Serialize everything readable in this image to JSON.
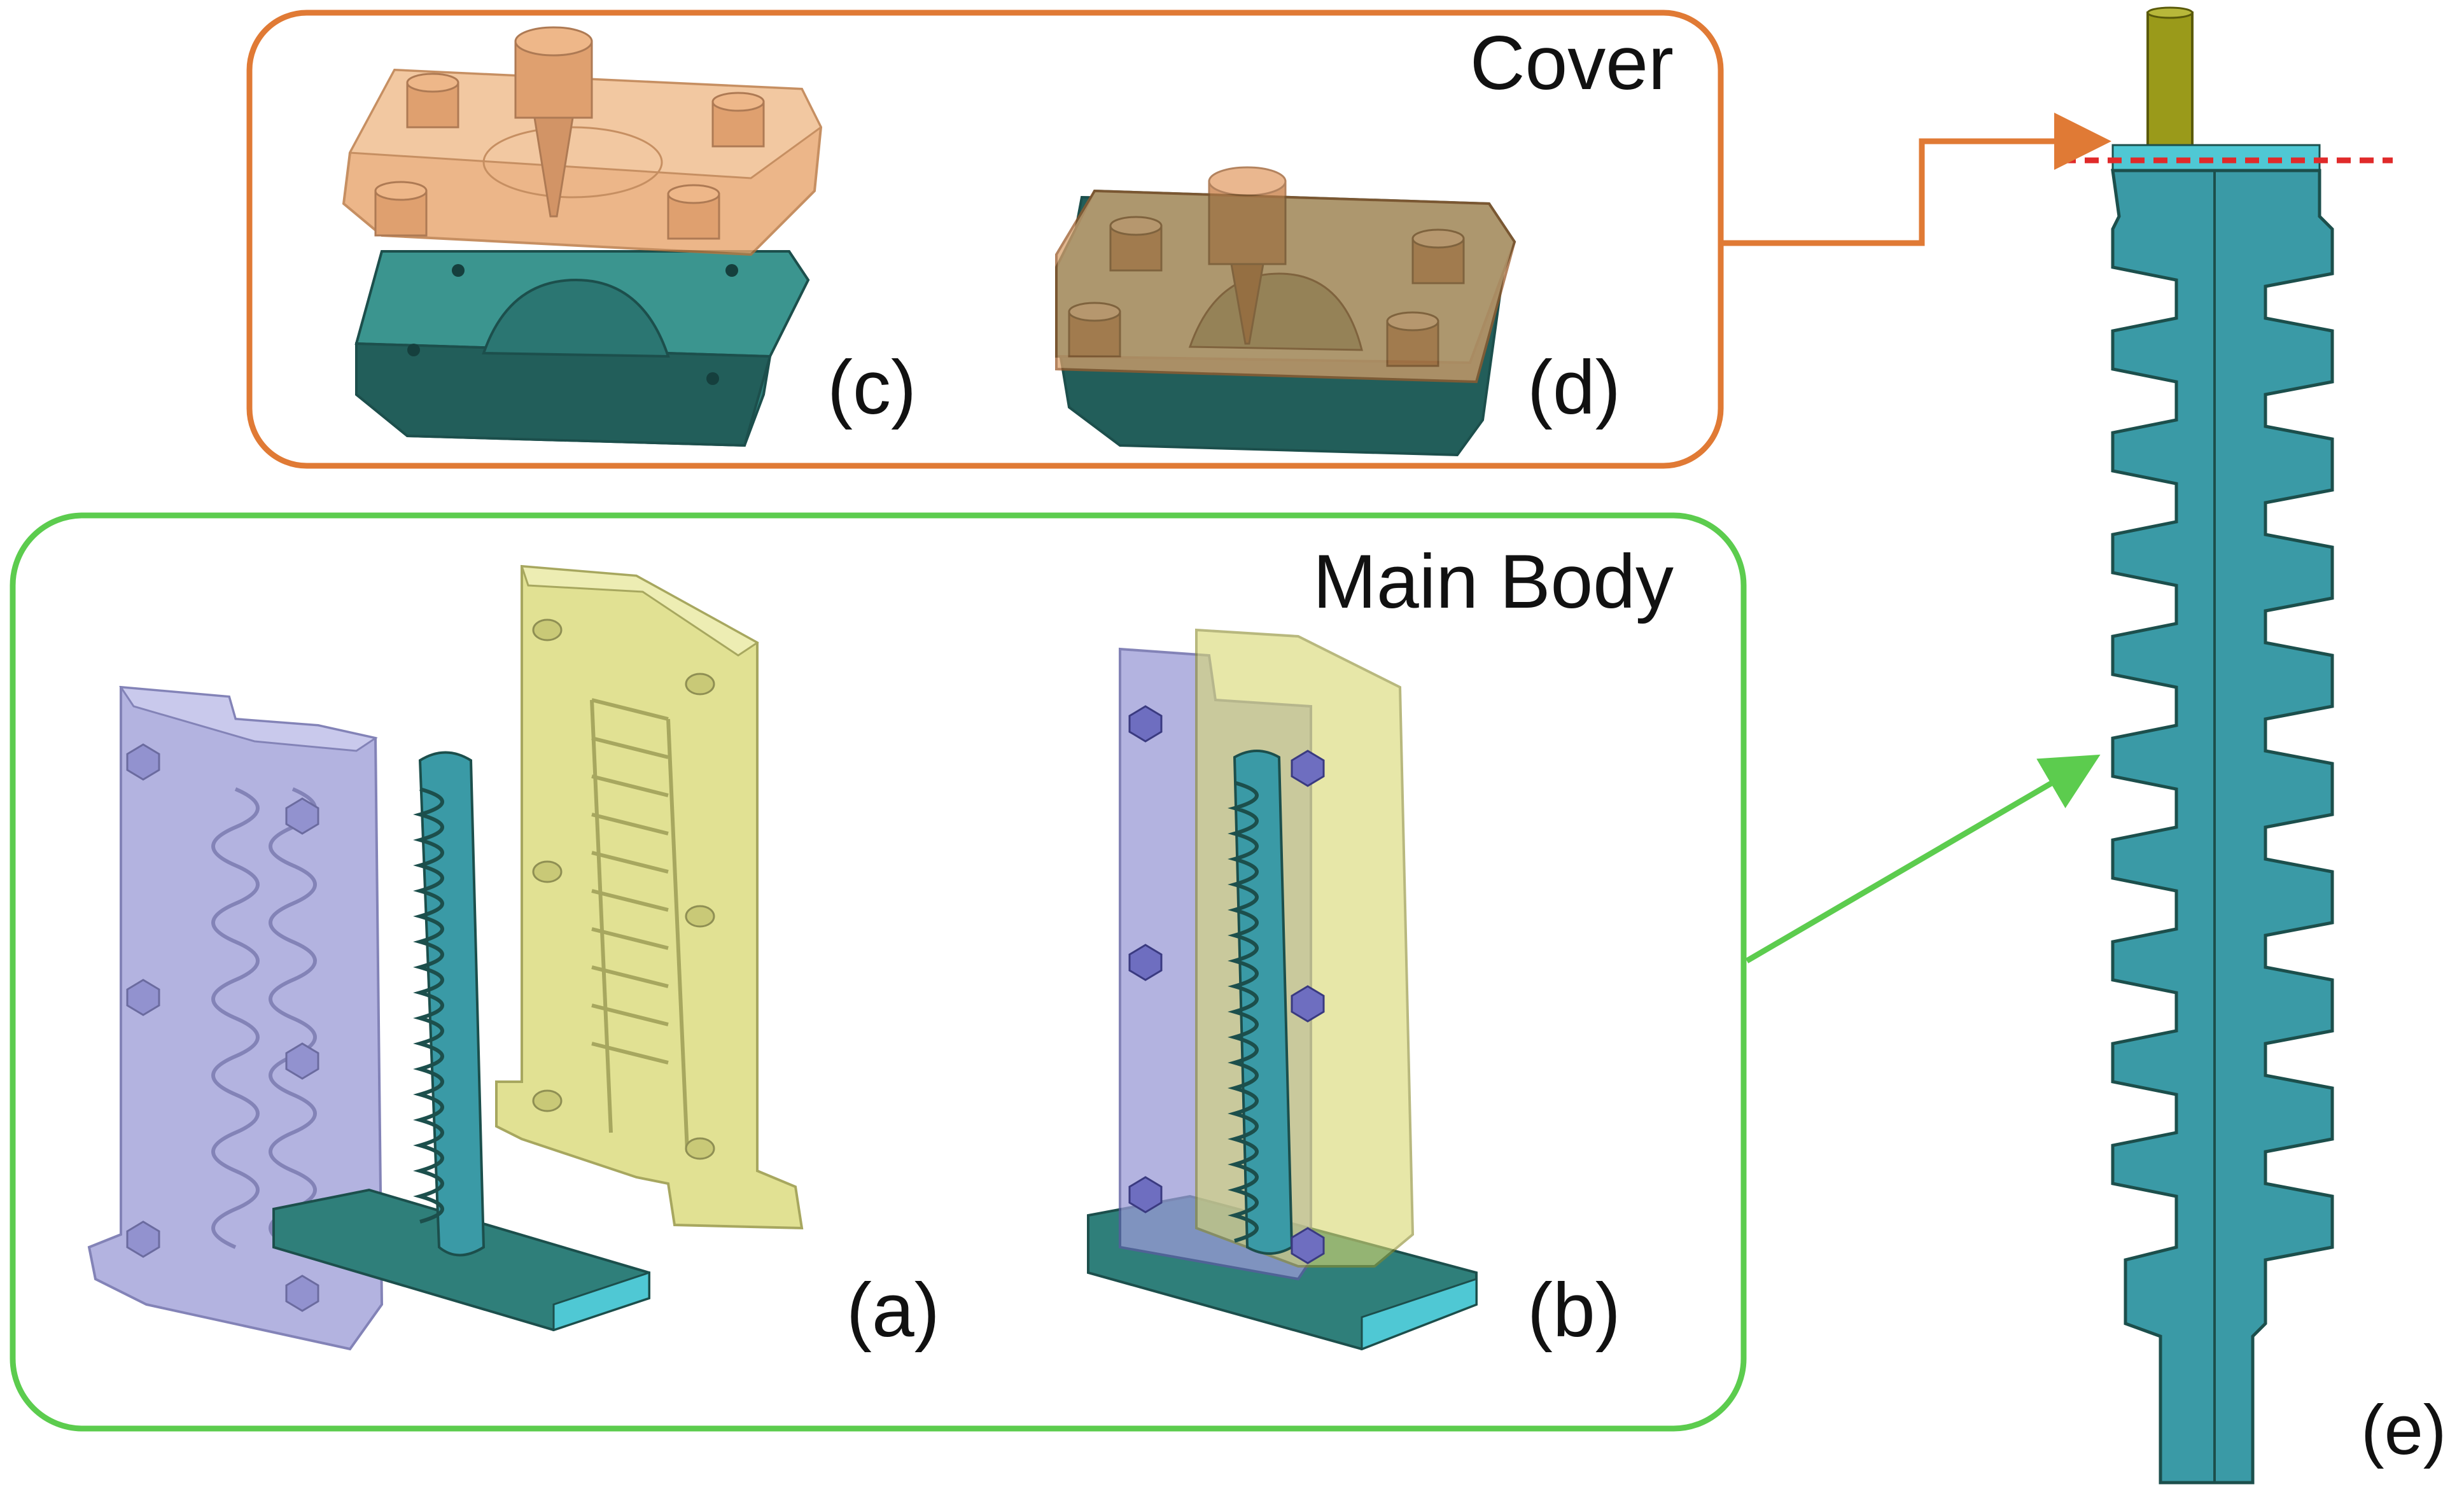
{
  "figure": {
    "cover_group": {
      "title": "Cover"
    },
    "main_body_group": {
      "title": "Main Body"
    },
    "panels": {
      "a": {
        "label": "(a)"
      },
      "b": {
        "label": "(b)"
      },
      "c": {
        "label": "(c)"
      },
      "d": {
        "label": "(d)"
      },
      "e": {
        "label": "(e)"
      }
    }
  },
  "colors": {
    "cover_frame": "#e07a35",
    "main_body_frame": "#5ccc4e",
    "cover_piece": "#e8a46c",
    "base_plate": "#2f7f7a",
    "core_teal": "#3a9aa6",
    "mold_half_blue": "#9a9ad6",
    "mold_half_yellow": "#d8d870",
    "rod_olive": "#9a9a1a",
    "cut_line_red": "#e02a2a"
  }
}
